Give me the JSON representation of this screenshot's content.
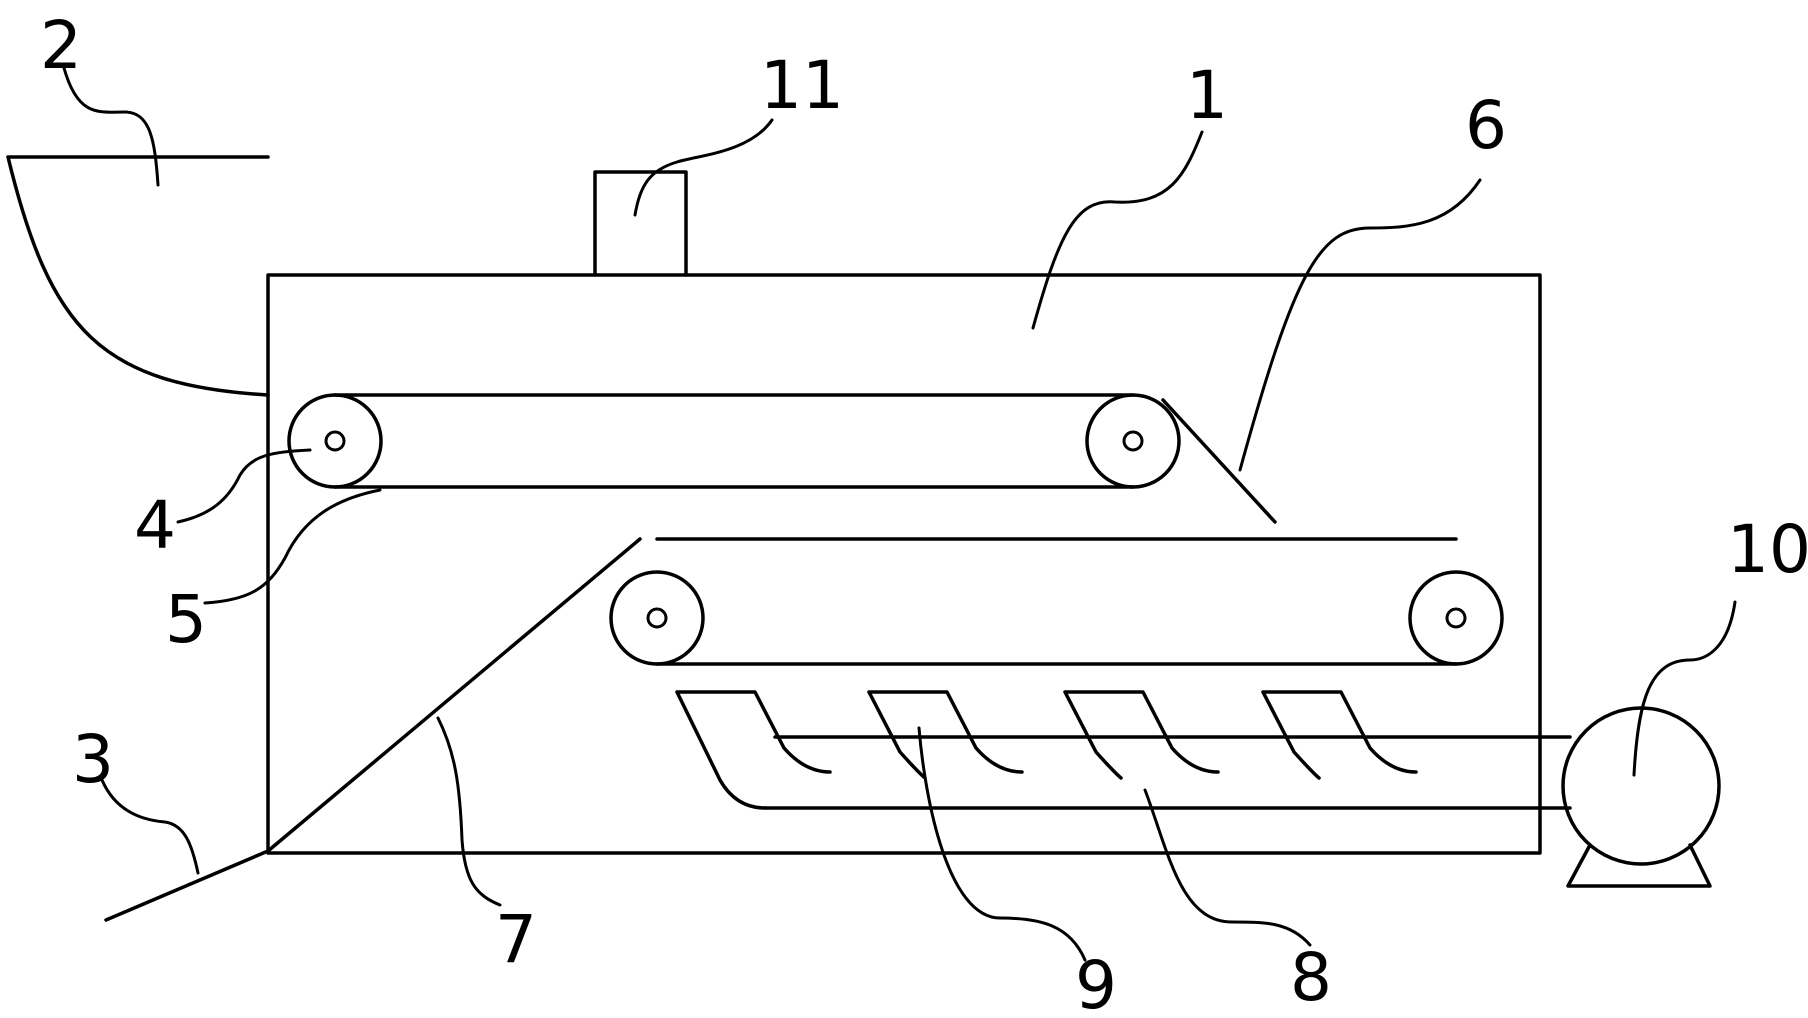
{
  "labels": {
    "housing": "1",
    "hopper": "2",
    "outlet_chute": "3",
    "roller": "4",
    "upper_belt": "5",
    "scraper": "6",
    "guide_plate": "7",
    "nozzle_pipe": "8",
    "nozzle": "9",
    "pump": "10",
    "exhaust": "11"
  },
  "colors": {
    "stroke": "#000000",
    "background": "#ffffff"
  }
}
